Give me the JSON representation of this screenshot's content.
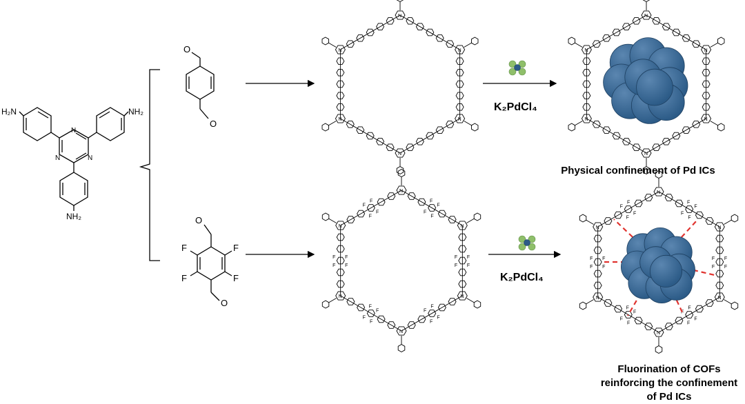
{
  "colors": {
    "pd_sphere": "#2c5b87",
    "pd_sphere_light": "#5b86b0",
    "halogen_cluster": "#8fbf6a",
    "interaction_line": "#e0332f",
    "bond": "#000000"
  },
  "monomer": {
    "amine_left": "H₂N",
    "amine_right": "NH₂",
    "amine_bottom": "NH₂",
    "ring_atom": "N"
  },
  "linkers": {
    "top_oxygen": "O",
    "bottom_oxygen": "O",
    "fluorine": "F"
  },
  "reagents": {
    "top": "K₂PdCl₄",
    "bottom": "K₂PdCl₄"
  },
  "captions": {
    "top": "Physical confinement of Pd ICs",
    "bottom_line1": "Fluorination of COFs",
    "bottom_line2": "reinforcing the confinement",
    "bottom_line3": "of Pd ICs"
  },
  "icons": [
    "pd-sphere-cluster-icon",
    "pdcl4-cluster-icon"
  ]
}
